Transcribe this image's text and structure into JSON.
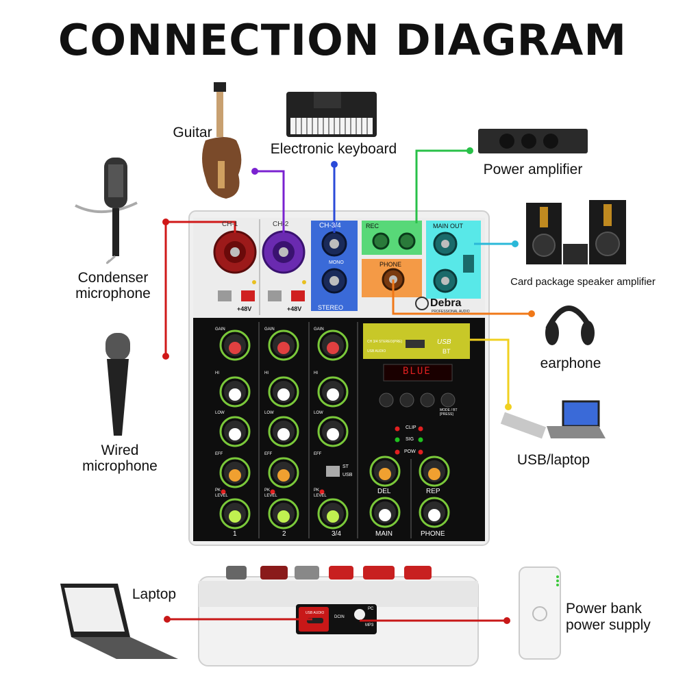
{
  "title": "CONNECTION DIAGRAM",
  "devices": {
    "guitar": "Guitar",
    "keyboard": "Electronic keyboard",
    "power_amp": "Power amplifier",
    "condenser_mic_l1": "Condenser",
    "condenser_mic_l2": "microphone",
    "speakers": "Card package speaker amplifier",
    "earphone": "earphone",
    "wired_mic_l1": "Wired",
    "wired_mic_l2": "microphone",
    "usb_laptop": "USB/laptop",
    "laptop": "Laptop",
    "power_bank_l1": "Power bank",
    "power_bank_l2": "power supply"
  },
  "mixer": {
    "ch1": "CH-1",
    "ch2": "CH-2",
    "ch34": "CH-3/4",
    "mono": "MONO",
    "stereo": "STEREO",
    "rec": "REC",
    "main_out": "MAIN OUT",
    "phone": "PHONE",
    "phantom": "+48V",
    "brand": "Debra",
    "brand_sub": "PROFESSIONAL AUDIO",
    "usb": "USB",
    "bt": "BT",
    "usb_audio": "USB AUDIO",
    "ch34_stereo": "CH 3/4 STEREO(PRE)",
    "display": "BLUE",
    "mode_bt": "MODE / BT [PRESS]",
    "clip": "CLIP",
    "sig": "SIG",
    "pow": "POW",
    "gain": "GAIN",
    "hi": "HI",
    "low": "LOW",
    "eff": "EFF",
    "level": "LEVEL",
    "pk": "PK",
    "st": "ST",
    "usb_sw": "USB",
    "ch_labels": [
      "1",
      "2",
      "3/4"
    ],
    "del": "DEL",
    "rep": "REP",
    "main": "MAIN",
    "phone_knob": "PHONE",
    "rear_usb_audio": "USB AUDIO",
    "rear_dcin": "DCIN",
    "rear_pc": "PC",
    "rear_mp3": "MP3"
  },
  "colors": {
    "ch1": "#a01818",
    "ch2": "#6a2ab0",
    "ch34": "#3a6ad8",
    "rec": "#4ad46a",
    "main_out": "#3ae0e0",
    "phone": "#f08a2a",
    "usb": "#e8d82a",
    "line_red": "#d01818",
    "line_purple": "#7a22d0",
    "line_blue": "#2a4ad8",
    "line_green": "#28c048",
    "line_cyan": "#2ab8d8",
    "line_orange": "#f07818",
    "line_yellow": "#f0d020"
  }
}
